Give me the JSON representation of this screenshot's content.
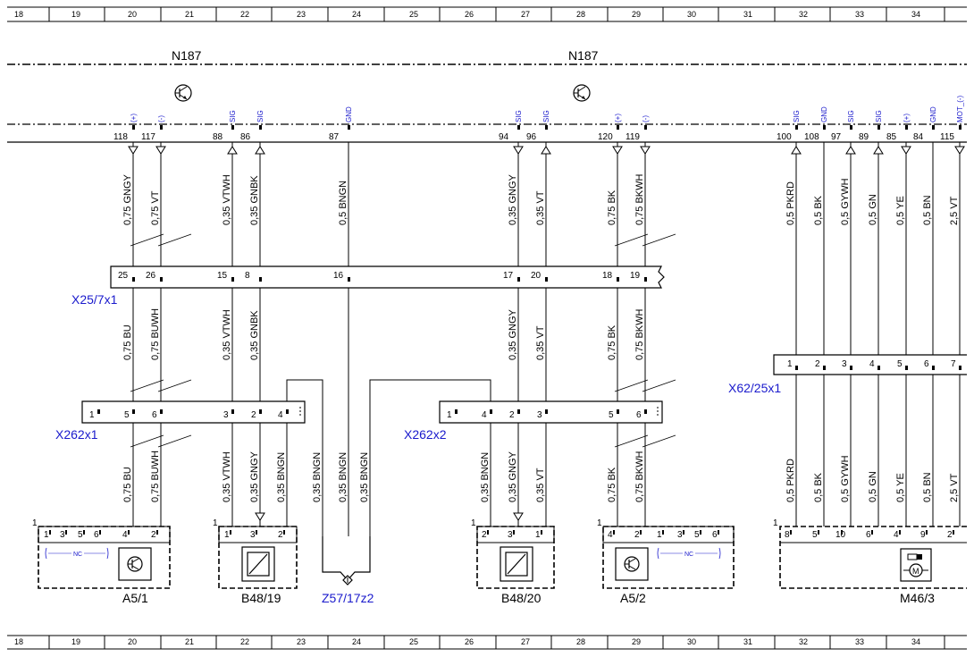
{
  "grid": {
    "columns": [
      "18",
      "19",
      "20",
      "21",
      "22",
      "23",
      "24",
      "25",
      "26",
      "27",
      "28",
      "29",
      "30",
      "31",
      "32",
      "33",
      "34"
    ]
  },
  "control_unit": {
    "left_label": "N187",
    "right_label": "N187"
  },
  "pins": [
    {
      "num": "118",
      "sig": "(+)",
      "wire": "0,75 GNGY",
      "dir": "down"
    },
    {
      "num": "117",
      "sig": "(-)",
      "wire": "0,75 VT",
      "dir": "down"
    },
    {
      "num": "88",
      "sig": "SIG",
      "wire": "0,35 VTWH",
      "dir": "up"
    },
    {
      "num": "86",
      "sig": "SIG",
      "wire": "0,35 GNBK",
      "dir": "up"
    },
    {
      "num": "87",
      "sig": "GND",
      "wire": "0,5 BNGN",
      "dir": "none"
    },
    {
      "num": "94",
      "sig": "SIG",
      "wire": "0,35 GNGY",
      "dir": "down"
    },
    {
      "num": "96",
      "sig": "SIG",
      "wire": "0,35 VT",
      "dir": "up"
    },
    {
      "num": "120",
      "sig": "(+)",
      "wire": "0,75 BK",
      "dir": "down"
    },
    {
      "num": "119",
      "sig": "(-)",
      "wire": "0,75 BKWH",
      "dir": "down"
    },
    {
      "num": "100",
      "sig": "SIG",
      "wire": "0,5 PKRD",
      "dir": "up"
    },
    {
      "num": "108",
      "sig": "GND",
      "wire": "0,5 BK",
      "dir": "none"
    },
    {
      "num": "97",
      "sig": "SIG",
      "wire": "0,5 GYWH",
      "dir": "up"
    },
    {
      "num": "89",
      "sig": "SIG",
      "wire": "0,5 GN",
      "dir": "up"
    },
    {
      "num": "85",
      "sig": "(+)",
      "wire": "0,5 YE",
      "dir": "down"
    },
    {
      "num": "84",
      "sig": "GND",
      "wire": "0,5 BN",
      "dir": "none"
    },
    {
      "num": "115",
      "sig": "MOT_(-)",
      "wire": "2,5 VT",
      "dir": "down"
    }
  ],
  "x25": {
    "label": "X25/7x1",
    "pins": [
      "25",
      "26",
      "15",
      "8",
      "16",
      "17",
      "20",
      "18",
      "19"
    ]
  },
  "mid_wires": [
    "0,75 BU",
    "0,75 BUWH",
    "0,35 VTWH",
    "0,35 GNBK",
    "0,35 GNGY",
    "0,35 VT",
    "0,75 BK",
    "0,75 BKWH"
  ],
  "x62": {
    "label": "X62/25x1",
    "pins": [
      "1",
      "2",
      "3",
      "4",
      "5",
      "6",
      "7"
    ]
  },
  "x262x1": {
    "label": "X262x1",
    "pins": [
      "1",
      "5",
      "6",
      "3",
      "2",
      "4"
    ]
  },
  "x262x2": {
    "label": "X262x2",
    "pins": [
      "1",
      "4",
      "2",
      "3",
      "5",
      "6"
    ]
  },
  "lower_wires": [
    "0,75 BU",
    "0,75 BUWH",
    "0,35 VTWH",
    "0,35 GNGY",
    "0,35 BNGN",
    "0,35 BNGN",
    "0,35 BNGN",
    "0,35 BNGN",
    "0,35 BNGN",
    "0,35 GNGY",
    "0,35 VT",
    "0,75 BK",
    "0,75 BKWH",
    "0,5 PKRD",
    "0,5 BK",
    "0,5 GYWH",
    "0,5 GN",
    "0,5 YE",
    "0,5 BN",
    "2,5 VT"
  ],
  "components": {
    "a51": {
      "label": "A5/1",
      "corner": "1",
      "pins": [
        "1",
        "3",
        "5",
        "6",
        "4",
        "2"
      ],
      "nc": "NC"
    },
    "b4819": {
      "label": "B48/19",
      "corner": "1",
      "pins": [
        "1",
        "3",
        "2"
      ]
    },
    "z57": {
      "label": "Z57/17z2"
    },
    "b4820": {
      "label": "B48/20",
      "corner": "1",
      "pins": [
        "2",
        "3",
        "1"
      ]
    },
    "a52": {
      "label": "A5/2",
      "corner": "1",
      "pins": [
        "4",
        "2",
        "1",
        "3",
        "5",
        "6"
      ],
      "nc": "NC"
    },
    "m463": {
      "label": "M46/3",
      "corner": "1",
      "pins": [
        "8",
        "5",
        "10",
        "6",
        "4",
        "9",
        "2"
      ]
    }
  }
}
